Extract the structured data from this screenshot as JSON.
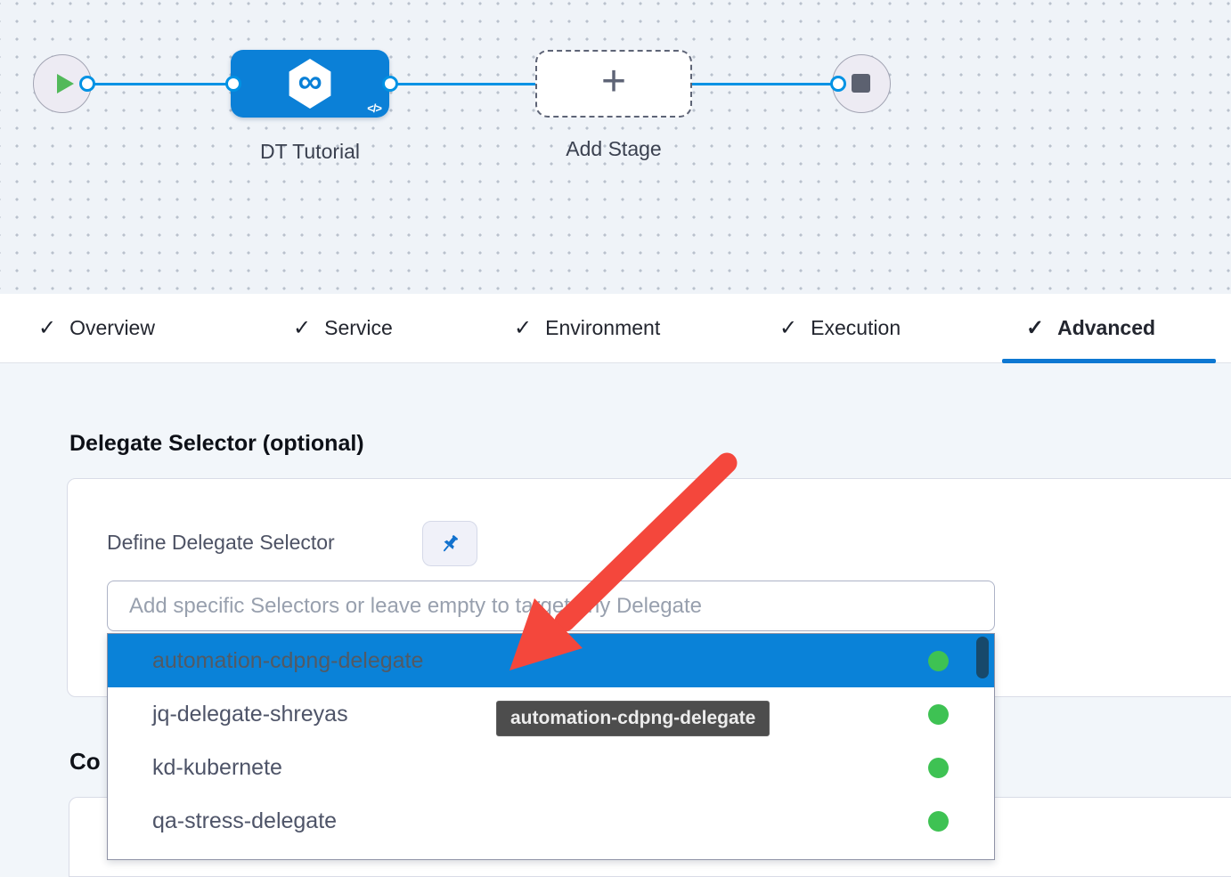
{
  "glyphs": {
    "check": "✓",
    "plus": "+",
    "infinity": "∞",
    "code": "</>"
  },
  "canvas": {
    "stage_label": "DT Tutorial",
    "add_stage_label": "Add Stage"
  },
  "tabs": [
    {
      "label": "Overview",
      "checked": true,
      "active": false
    },
    {
      "label": "Service",
      "checked": true,
      "active": false
    },
    {
      "label": "Environment",
      "checked": true,
      "active": false
    },
    {
      "label": "Execution",
      "checked": true,
      "active": false
    },
    {
      "label": "Advanced",
      "checked": true,
      "active": true
    }
  ],
  "advanced": {
    "heading": "Delegate Selector (optional)",
    "define_label": "Define Delegate Selector",
    "input": {
      "value": "",
      "placeholder": "Add specific Selectors or leave empty to target any Delegate"
    },
    "dropdown": {
      "items": [
        {
          "label": "automation-cdpng-delegate",
          "highlighted": true,
          "status": "connected"
        },
        {
          "label": "jq-delegate-shreyas",
          "highlighted": false,
          "status": "connected"
        },
        {
          "label": "kd-kubernete",
          "highlighted": false,
          "status": "connected"
        },
        {
          "label": "qa-stress-delegate",
          "highlighted": false,
          "status": "connected"
        }
      ]
    },
    "tooltip": "automation-cdpng-delegate",
    "partial_heading": "Co"
  },
  "colors": {
    "edge_blue": "#0092e4",
    "node_blue": "#0b80d7",
    "highlight_blue": "#0a82d8",
    "tab_underline": "#0e78d2",
    "status_green": "#3ec253",
    "arrow_red": "#f4473c",
    "canvas_bg": "#eff3f8",
    "content_bg": "#f2f6fa"
  }
}
